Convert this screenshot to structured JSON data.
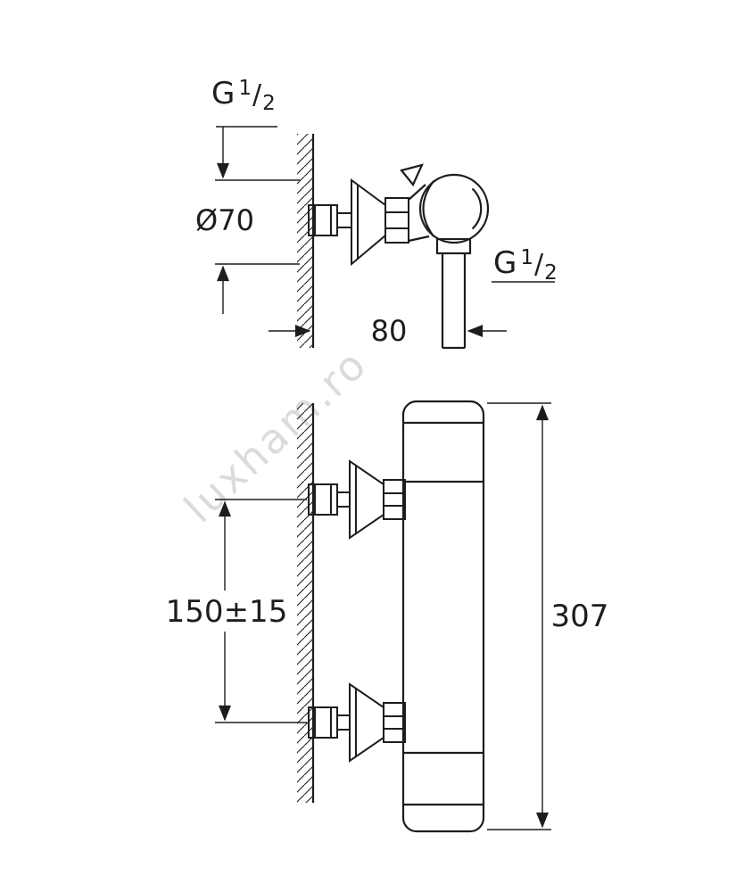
{
  "drawing": {
    "background": "#ffffff",
    "line_color": "#1d1d1b",
    "watermark_color": "#c9c9c9"
  },
  "labels": {
    "g_thread": {
      "base": "G",
      "sup": "1",
      "slash": "/",
      "sub": "2"
    },
    "diameter": "Ø70",
    "depth": "80",
    "spacing": "150±15",
    "height": "307",
    "watermark": "luxham.ro"
  }
}
